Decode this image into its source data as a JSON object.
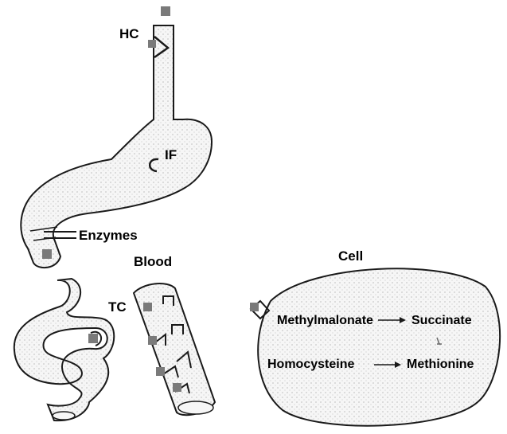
{
  "labels": {
    "hc": "HC",
    "if": "IF",
    "enzymes": "Enzymes",
    "blood": "Blood",
    "tc": "TC",
    "cell": "Cell",
    "methylmalonate": "Methylmalonate",
    "succinate": "Succinate",
    "homocysteine": "Homocysteine",
    "methionine": "Methionine"
  },
  "colors": {
    "outline": "#1a1a1a",
    "fill": "#f4f4f4",
    "b12_square": "#7a7a7a"
  }
}
